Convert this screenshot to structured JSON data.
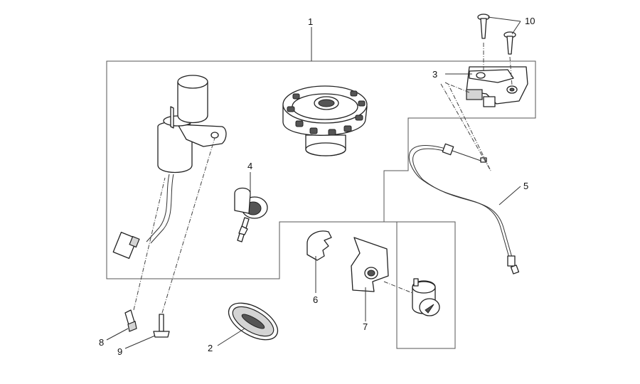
{
  "callouts": [
    {
      "id": "c1",
      "text": "1"
    },
    {
      "id": "c2",
      "text": "2"
    },
    {
      "id": "c3",
      "text": "3"
    },
    {
      "id": "c4",
      "text": "4"
    },
    {
      "id": "c5",
      "text": "5"
    },
    {
      "id": "c6",
      "text": "6"
    },
    {
      "id": "c7",
      "text": "7"
    },
    {
      "id": "c8",
      "text": "8"
    },
    {
      "id": "c9",
      "text": "9"
    },
    {
      "id": "c10",
      "text": "10"
    }
  ]
}
